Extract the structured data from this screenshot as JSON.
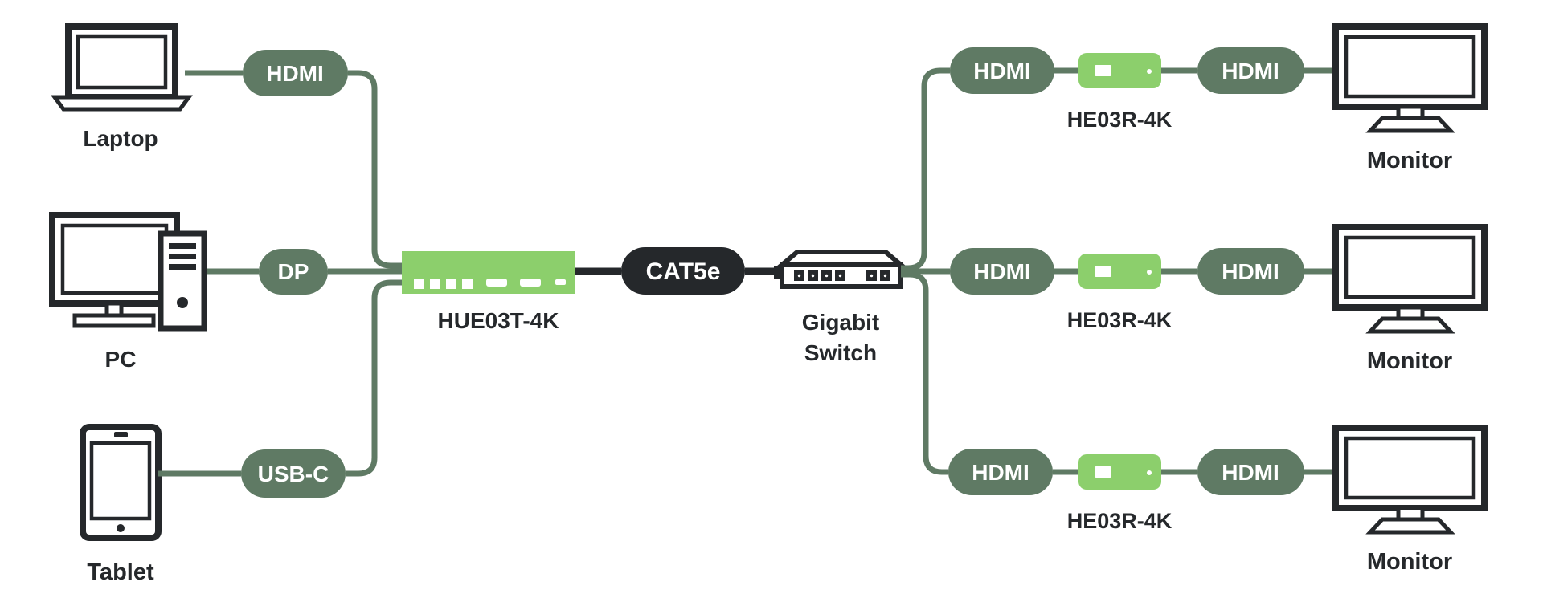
{
  "colors": {
    "dark": "#25282B",
    "sage": "#5F7A64",
    "green": "#8CCF6C",
    "white": "#FFFFFF"
  },
  "sources": [
    {
      "name": "Laptop",
      "port": "HDMI"
    },
    {
      "name": "PC",
      "port": "DP"
    },
    {
      "name": "Tablet",
      "port": "USB-C"
    }
  ],
  "transmitter": {
    "model": "HUE03T-4K"
  },
  "cable": {
    "label": "CAT5e"
  },
  "network_switch": {
    "line1": "Gigabit",
    "line2": "Switch"
  },
  "receivers": [
    {
      "in_port": "HDMI",
      "model": "HE03R-4K",
      "out_port": "HDMI",
      "display": "Monitor"
    },
    {
      "in_port": "HDMI",
      "model": "HE03R-4K",
      "out_port": "HDMI",
      "display": "Monitor"
    },
    {
      "in_port": "HDMI",
      "model": "HE03R-4K",
      "out_port": "HDMI",
      "display": "Monitor"
    }
  ]
}
